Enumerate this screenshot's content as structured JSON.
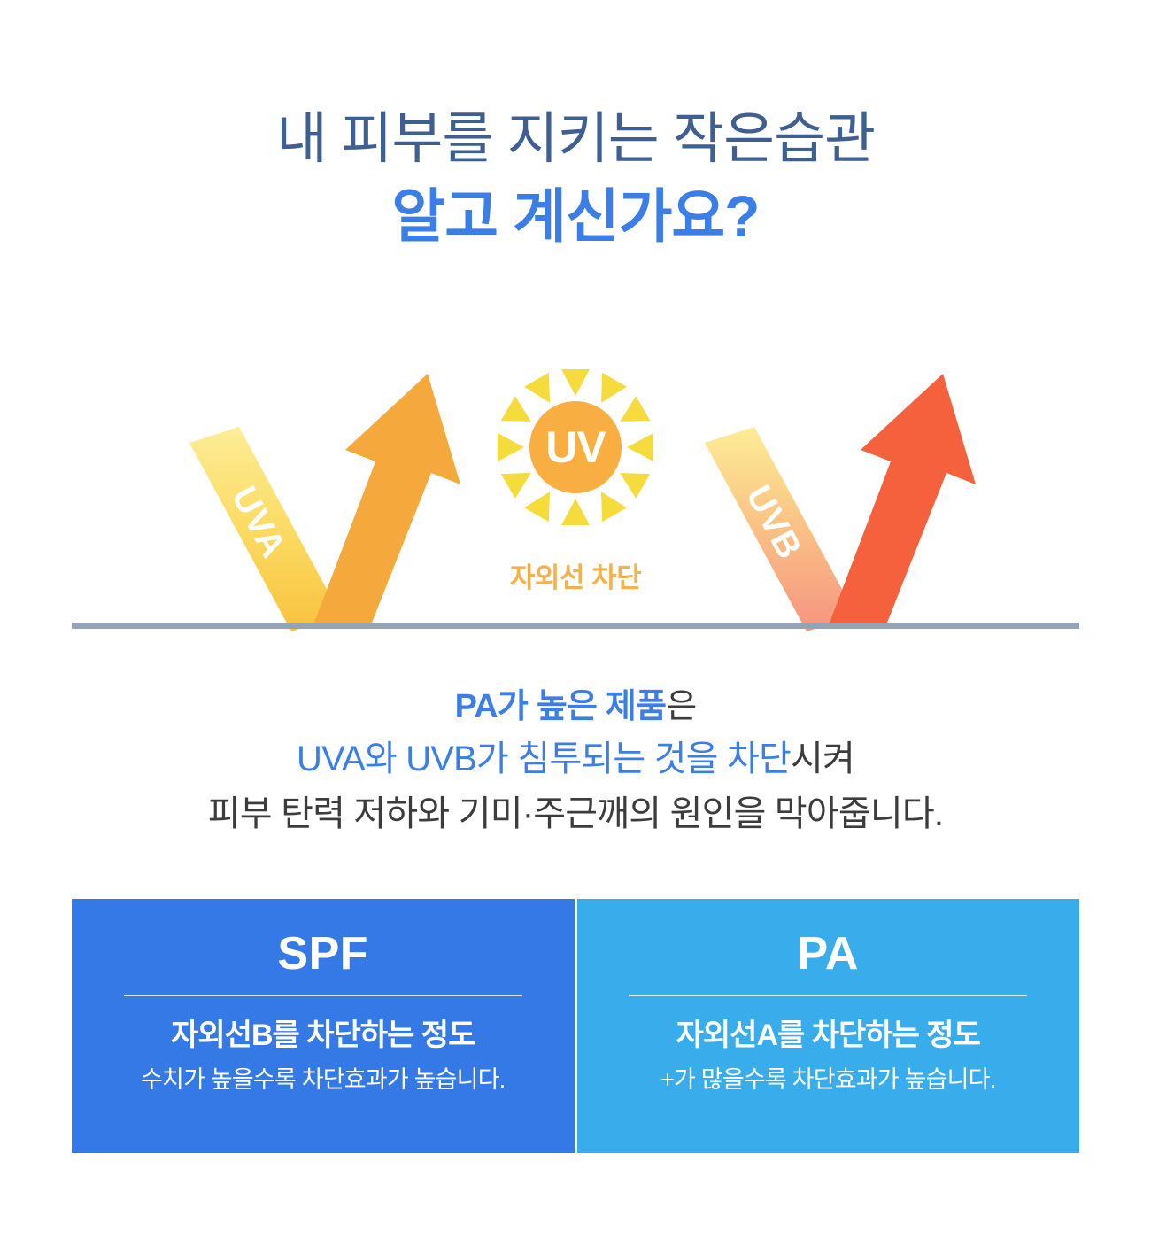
{
  "headline": {
    "line1": "내 피부를 지키는 작은습관",
    "line2": "알고 계신가요?",
    "line1_color": "#3e5f90",
    "line2_color": "#3b7ee8"
  },
  "illustration": {
    "sun": {
      "label": "UV",
      "ray_color": "#f5dc3c",
      "core_color": "#f9ae42",
      "label_color": "#ffffff"
    },
    "beams": [
      {
        "label": "UVA",
        "beam_gradient_from": "#fbea7f",
        "beam_gradient_to": "#f8c23f",
        "arrow_color": "#f5a83c"
      },
      {
        "label": "UVB",
        "beam_gradient_from": "#fbea7f",
        "beam_gradient_to": "#f4927e",
        "arrow_color": "#f4613c"
      }
    ],
    "ground_color": "#93a3b8",
    "block_label": "자외선 차단",
    "block_label_color": "#f7b14b"
  },
  "mid_copy": {
    "line1_accent": "PA가 높은 제품",
    "line1_rest": "은",
    "line2_accent": "UVA와 UVB가 침투되는 것을 차단",
    "line2_rest": "시켜",
    "line3": "피부 탄력 저하와 기미·주근깨의 원인을 막아줍니다.",
    "accent_color": "#3b7ee8",
    "body_color": "#3c3c3c"
  },
  "cards": [
    {
      "title": "SPF",
      "main": "자외선B를 차단하는 정도",
      "sub": "수치가 높을수록 차단효과가 높습니다.",
      "bg_color": "#3579e6"
    },
    {
      "title": "PA",
      "main": "자외선A를 차단하는 정도",
      "sub": "+가 많을수록 차단효과가 높습니다.",
      "bg_color": "#39acec"
    }
  ]
}
